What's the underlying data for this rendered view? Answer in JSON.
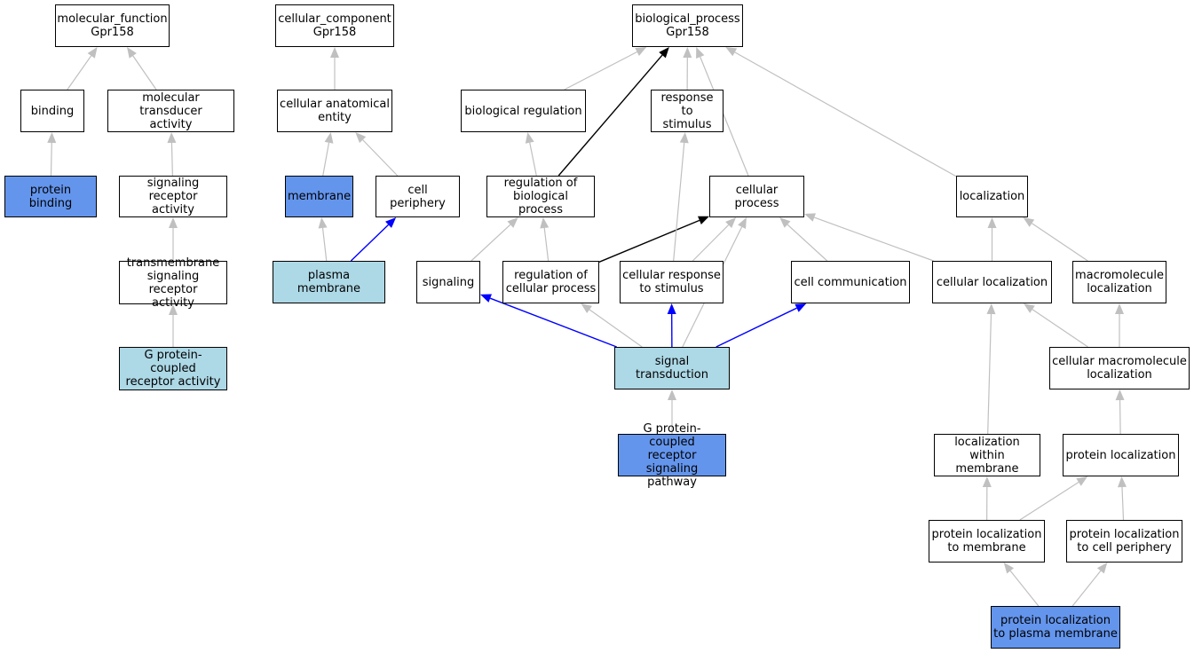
{
  "colors": {
    "edge_default": "#c0c0c0",
    "edge_highlight_black": "#000000",
    "edge_highlight_blue": "#0000ff",
    "node_default": "#ffffff",
    "node_light_blue": "#add8e6",
    "node_blue": "#6495ed"
  },
  "nodes": [
    {
      "id": "mf",
      "label": "molecular_function\nGpr158",
      "style": "plain"
    },
    {
      "id": "cc",
      "label": "cellular_component\nGpr158",
      "style": "plain"
    },
    {
      "id": "bp",
      "label": "biological_process\nGpr158",
      "style": "plain"
    },
    {
      "id": "binding",
      "label": "binding",
      "style": "plain"
    },
    {
      "id": "mta",
      "label": "molecular transducer\nactivity",
      "style": "plain"
    },
    {
      "id": "cae",
      "label": "cellular anatomical\nentity",
      "style": "plain"
    },
    {
      "id": "breg",
      "label": "biological regulation",
      "style": "plain"
    },
    {
      "id": "rts",
      "label": "response to\nstimulus",
      "style": "plain"
    },
    {
      "id": "pbind",
      "label": "protein binding",
      "style": "blue"
    },
    {
      "id": "sra",
      "label": "signaling receptor\nactivity",
      "style": "plain"
    },
    {
      "id": "membrane",
      "label": "membrane",
      "style": "blue"
    },
    {
      "id": "cperiph",
      "label": "cell periphery",
      "style": "plain"
    },
    {
      "id": "rbp",
      "label": "regulation of\nbiological process",
      "style": "plain"
    },
    {
      "id": "cproc",
      "label": "cellular process",
      "style": "plain"
    },
    {
      "id": "loc",
      "label": "localization",
      "style": "plain"
    },
    {
      "id": "tsra",
      "label": "transmembrane\nsignaling receptor\nactivity",
      "style": "plain"
    },
    {
      "id": "pmem",
      "label": "plasma membrane",
      "style": "light"
    },
    {
      "id": "signaling",
      "label": "signaling",
      "style": "plain"
    },
    {
      "id": "rcp",
      "label": "regulation of\ncellular process",
      "style": "plain"
    },
    {
      "id": "crts",
      "label": "cellular response\nto stimulus",
      "style": "plain"
    },
    {
      "id": "ccomm",
      "label": "cell communication",
      "style": "plain"
    },
    {
      "id": "cloc",
      "label": "cellular localization",
      "style": "plain"
    },
    {
      "id": "mloc",
      "label": "macromolecule\nlocalization",
      "style": "plain"
    },
    {
      "id": "gpcra",
      "label": "G protein-coupled\nreceptor activity",
      "style": "light"
    },
    {
      "id": "stx",
      "label": "signal transduction",
      "style": "light"
    },
    {
      "id": "cmloc",
      "label": "cellular macromolecule\nlocalization",
      "style": "plain"
    },
    {
      "id": "gpcrsp",
      "label": "G protein-coupled\nreceptor signaling\npathway",
      "style": "blue"
    },
    {
      "id": "lwm",
      "label": "localization\nwithin membrane",
      "style": "plain"
    },
    {
      "id": "ploc",
      "label": "protein localization",
      "style": "plain"
    },
    {
      "id": "pltm",
      "label": "protein localization\nto membrane",
      "style": "plain"
    },
    {
      "id": "pltcp",
      "label": "protein localization\nto cell periphery",
      "style": "plain"
    },
    {
      "id": "pltpm",
      "label": "protein localization\nto plasma membrane",
      "style": "blue"
    }
  ],
  "edges": [
    {
      "from": "binding",
      "to": "mf",
      "kind": "default"
    },
    {
      "from": "mta",
      "to": "mf",
      "kind": "default"
    },
    {
      "from": "pbind",
      "to": "binding",
      "kind": "default"
    },
    {
      "from": "sra",
      "to": "mta",
      "kind": "default"
    },
    {
      "from": "tsra",
      "to": "sra",
      "kind": "default"
    },
    {
      "from": "gpcra",
      "to": "tsra",
      "kind": "default"
    },
    {
      "from": "cae",
      "to": "cc",
      "kind": "default"
    },
    {
      "from": "membrane",
      "to": "cae",
      "kind": "default"
    },
    {
      "from": "cperiph",
      "to": "cae",
      "kind": "default"
    },
    {
      "from": "pmem",
      "to": "membrane",
      "kind": "default"
    },
    {
      "from": "pmem",
      "to": "cperiph",
      "kind": "blue"
    },
    {
      "from": "breg",
      "to": "bp",
      "kind": "default"
    },
    {
      "from": "rts",
      "to": "bp",
      "kind": "default"
    },
    {
      "from": "cproc",
      "to": "bp",
      "kind": "default"
    },
    {
      "from": "loc",
      "to": "bp",
      "kind": "default"
    },
    {
      "from": "rbp",
      "to": "bp",
      "kind": "black"
    },
    {
      "from": "rbp",
      "to": "breg",
      "kind": "default"
    },
    {
      "from": "signaling",
      "to": "rbp",
      "kind": "default"
    },
    {
      "from": "rcp",
      "to": "rbp",
      "kind": "default"
    },
    {
      "from": "rcp",
      "to": "cproc",
      "kind": "black"
    },
    {
      "from": "crts",
      "to": "rts",
      "kind": "default"
    },
    {
      "from": "crts",
      "to": "cproc",
      "kind": "default"
    },
    {
      "from": "ccomm",
      "to": "cproc",
      "kind": "default"
    },
    {
      "from": "cloc",
      "to": "cproc",
      "kind": "default"
    },
    {
      "from": "cloc",
      "to": "loc",
      "kind": "default"
    },
    {
      "from": "mloc",
      "to": "loc",
      "kind": "default"
    },
    {
      "from": "stx",
      "to": "signaling",
      "kind": "blue"
    },
    {
      "from": "stx",
      "to": "rcp",
      "kind": "default"
    },
    {
      "from": "stx",
      "to": "crts",
      "kind": "blue"
    },
    {
      "from": "stx",
      "to": "ccomm",
      "kind": "blue"
    },
    {
      "from": "stx",
      "to": "cproc",
      "kind": "default"
    },
    {
      "from": "gpcrsp",
      "to": "stx",
      "kind": "default"
    },
    {
      "from": "cmloc",
      "to": "cloc",
      "kind": "default"
    },
    {
      "from": "cmloc",
      "to": "mloc",
      "kind": "default"
    },
    {
      "from": "lwm",
      "to": "cloc",
      "kind": "default"
    },
    {
      "from": "ploc",
      "to": "cmloc",
      "kind": "default"
    },
    {
      "from": "pltm",
      "to": "lwm",
      "kind": "default"
    },
    {
      "from": "pltm",
      "to": "ploc",
      "kind": "default"
    },
    {
      "from": "pltcp",
      "to": "ploc",
      "kind": "default"
    },
    {
      "from": "pltpm",
      "to": "pltm",
      "kind": "default"
    },
    {
      "from": "pltpm",
      "to": "pltcp",
      "kind": "default"
    }
  ]
}
